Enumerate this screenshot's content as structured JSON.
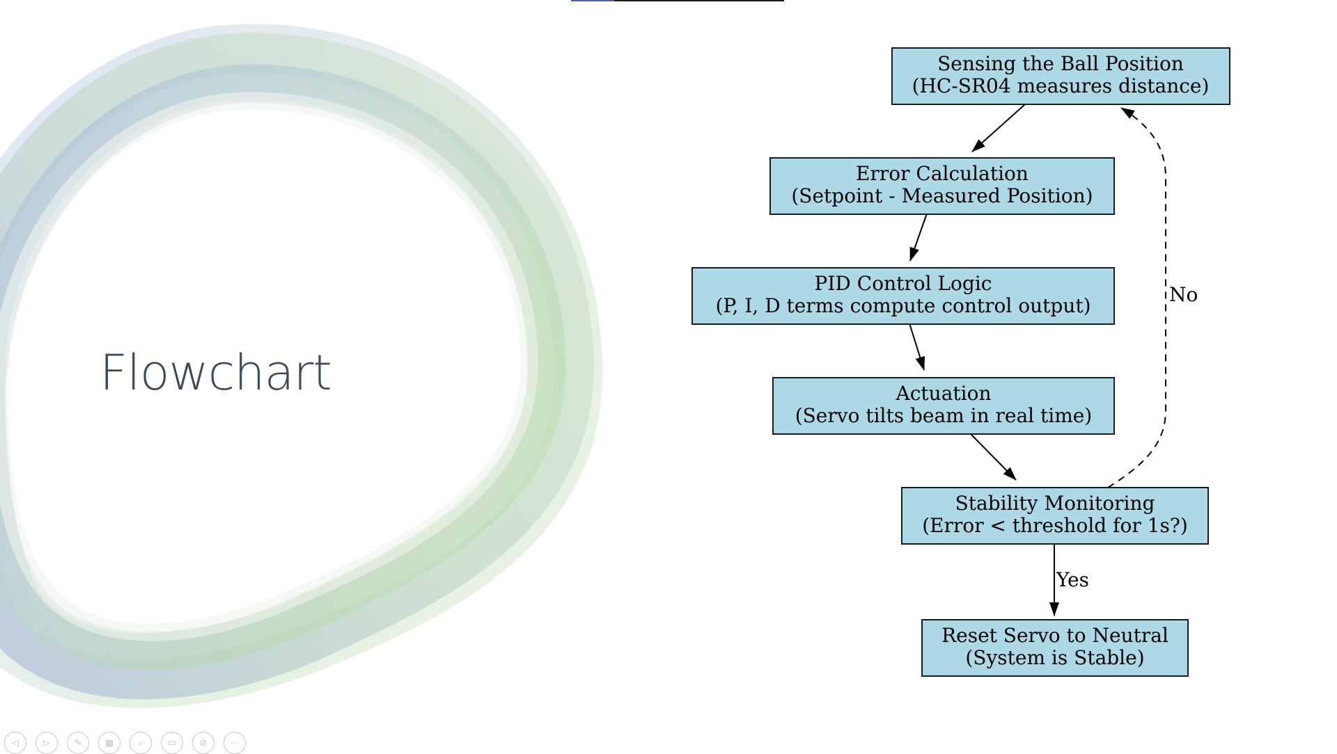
{
  "slide": {
    "title": "Flowchart"
  },
  "flowchart": {
    "nodes": [
      {
        "id": "sense",
        "line1": "Sensing the Ball Position",
        "line2": "(HC-SR04 measures distance)"
      },
      {
        "id": "error",
        "line1": "Error Calculation",
        "line2": "(Setpoint - Measured Position)"
      },
      {
        "id": "pid",
        "line1": "PID Control Logic",
        "line2": "(P, I, D terms compute control output)"
      },
      {
        "id": "actuate",
        "line1": "Actuation",
        "line2": "(Servo tilts beam in real time)"
      },
      {
        "id": "monitor",
        "line1": "Stability Monitoring",
        "line2": "(Error < threshold for 1s?)"
      },
      {
        "id": "reset",
        "line1": "Reset Servo to Neutral",
        "line2": "(System is Stable)"
      }
    ],
    "edges": [
      {
        "from": "sense",
        "to": "error",
        "label": "",
        "style": "solid"
      },
      {
        "from": "error",
        "to": "pid",
        "label": "",
        "style": "solid"
      },
      {
        "from": "pid",
        "to": "actuate",
        "label": "",
        "style": "solid"
      },
      {
        "from": "actuate",
        "to": "monitor",
        "label": "",
        "style": "solid"
      },
      {
        "from": "monitor",
        "to": "sense",
        "label": "No",
        "style": "dashed"
      },
      {
        "from": "monitor",
        "to": "reset",
        "label": "Yes",
        "style": "solid"
      }
    ],
    "node_fill": "#add8e6"
  },
  "controls": [
    {
      "icon": "previous-icon",
      "glyph": "◁"
    },
    {
      "icon": "next-icon",
      "glyph": "▷"
    },
    {
      "icon": "pen-icon",
      "glyph": "✎"
    },
    {
      "icon": "slides-grid-icon",
      "glyph": "▦"
    },
    {
      "icon": "zoom-icon",
      "glyph": "⌕"
    },
    {
      "icon": "subtitles-icon",
      "glyph": "▭"
    },
    {
      "icon": "camera-off-icon",
      "glyph": "⊘"
    },
    {
      "icon": "more-options-icon",
      "glyph": "⋯"
    }
  ]
}
